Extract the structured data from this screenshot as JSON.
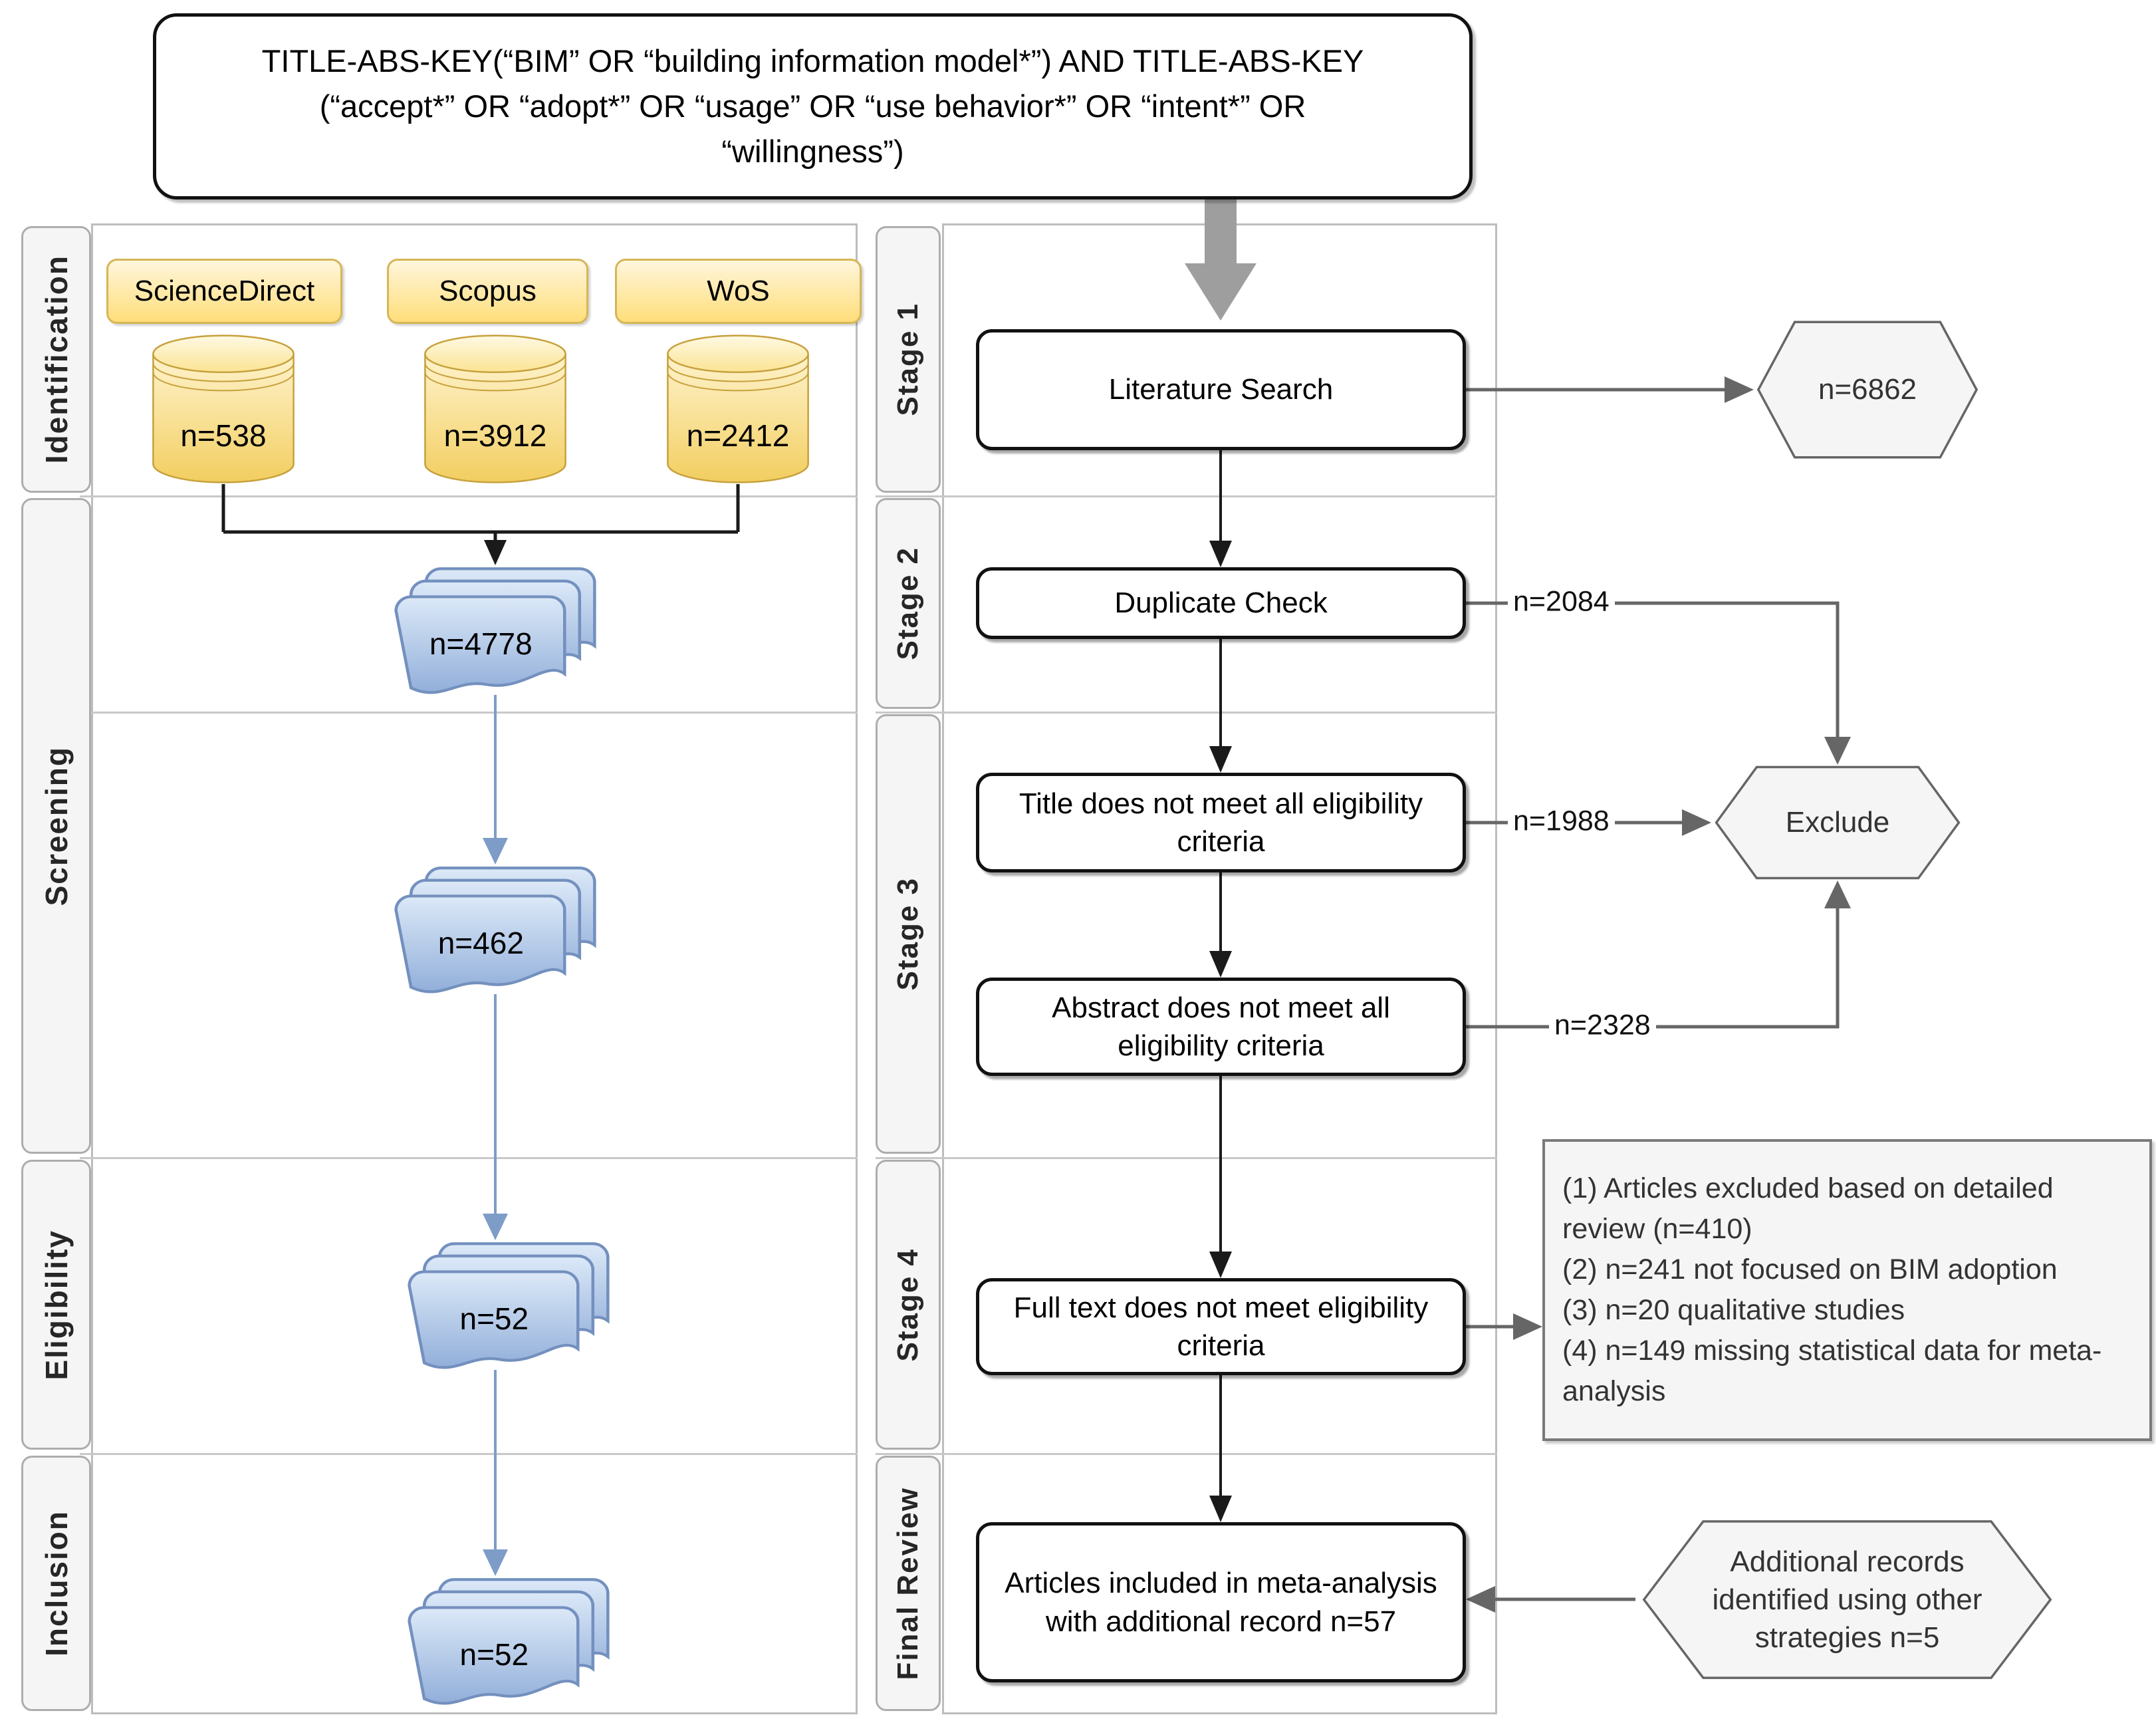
{
  "query_box": {
    "text": "TITLE-ABS-KEY(“BIM” OR “building information model*”) AND TITLE-ABS-KEY (“accept*” OR “adopt*” OR “usage” OR “use behavior*” OR “intent*” OR “willingness”)"
  },
  "swimlanes": {
    "left": [
      "Identification",
      "Screening",
      "Eligibility",
      "Inclusion"
    ],
    "right": [
      "Stage 1",
      "Stage 2",
      "Stage 3",
      "Stage 4",
      "Final Review"
    ]
  },
  "identification_sources": [
    {
      "name": "ScienceDirect",
      "count": "n=538"
    },
    {
      "name": "Scopus",
      "count": "n=3912"
    },
    {
      "name": "WoS",
      "count": "n=2412"
    }
  ],
  "document_stacks": [
    {
      "count": "n=4778"
    },
    {
      "count": "n=462"
    },
    {
      "count": "n=52"
    },
    {
      "count": "n=52"
    }
  ],
  "process_boxes": [
    {
      "label": "Literature Search"
    },
    {
      "label": "Duplicate Check"
    },
    {
      "label": "Title does not meet all eligibility criteria"
    },
    {
      "label": "Abstract does not meet all eligibility criteria"
    },
    {
      "label": "Full text does not meet eligibility criteria"
    },
    {
      "label": "Articles included in meta-analysis with additional record n=57"
    }
  ],
  "hexagons": {
    "search_total": "n=6862",
    "exclude": "Exclude",
    "additional": "Additional records identified using other strategies n=5"
  },
  "exclusion_edge_labels": [
    "n=2084",
    "n=1988",
    "n=2328"
  ],
  "exclusion_note": {
    "lines": [
      "(1) Articles excluded based on detailed review (n=410)",
      "(2) n=241 not focused on BIM adoption",
      "(3) n=20 qualitative studies",
      "(4) n=149 missing statistical data for meta-analysis"
    ]
  },
  "colors": {
    "yellow_fill": "#FFF3CD",
    "yellow_fill_dark": "#F7D668",
    "yellow_stroke": "#C7A13D",
    "blue_fill": "#E3EDFA",
    "blue_fill_dark": "#8FAEDC",
    "blue_stroke": "#7390BE",
    "hex_fill": "#F5F5F5",
    "hex_stroke": "#666666",
    "gray_arrow": "#9E9E9E"
  }
}
